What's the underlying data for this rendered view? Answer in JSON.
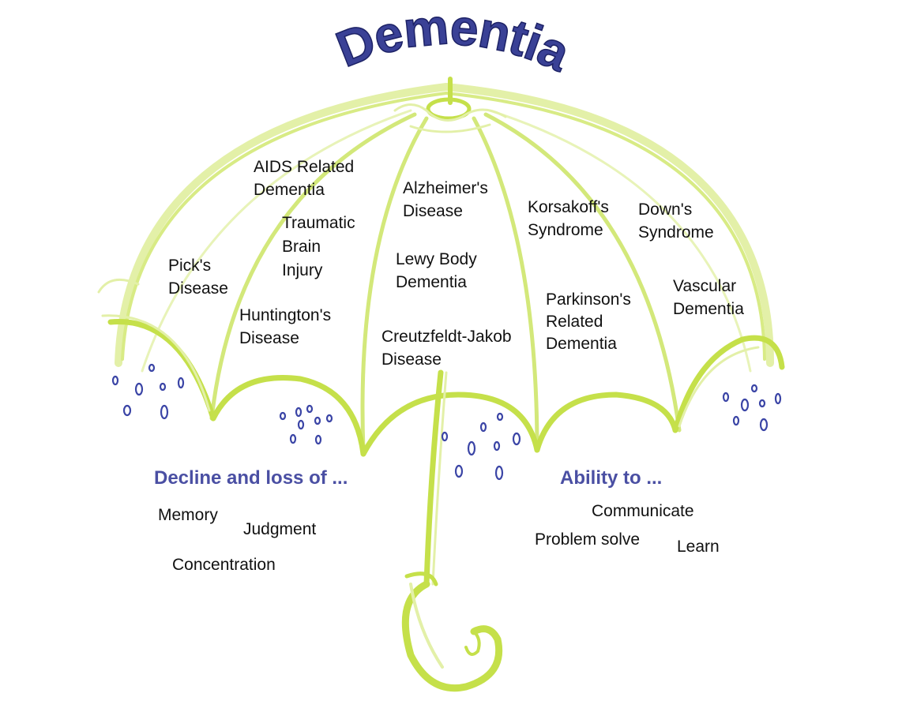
{
  "title": "Dementia",
  "colors": {
    "title_fill": "#3a4196",
    "umbrella": "#c5e04a",
    "umbrella_light": "#e3f0a8",
    "heading": "#4a4fa3",
    "raindrop": "#3b45a6"
  },
  "types": {
    "aids": [
      "AIDS Related",
      "Dementia"
    ],
    "alzheimers": [
      "Alzheimer's",
      "Disease"
    ],
    "korsakoffs": [
      "Korsakoff's",
      "Syndrome"
    ],
    "downs": [
      "Down's",
      "Syndrome"
    ],
    "tbi": [
      "Traumatic",
      "Brain",
      "Injury"
    ],
    "picks": [
      "Pick's",
      "Disease"
    ],
    "lewy": [
      "Lewy Body",
      "Dementia"
    ],
    "vascular": [
      "Vascular",
      "Dementia"
    ],
    "parkinsons": [
      "Parkinson's",
      "Related",
      "Dementia"
    ],
    "huntingtons": [
      "Huntington's",
      "Disease"
    ],
    "cjd": [
      "Creutzfeldt-Jakob",
      "Disease"
    ]
  },
  "decline": {
    "heading": "Decline and loss of ...",
    "items": [
      "Memory",
      "Judgment",
      "Concentration"
    ]
  },
  "ability": {
    "heading": "Ability to ...",
    "items": [
      "Communicate",
      "Problem solve",
      "Learn"
    ]
  },
  "icons": [
    "umbrella-illustration",
    "raindrop-icon"
  ]
}
